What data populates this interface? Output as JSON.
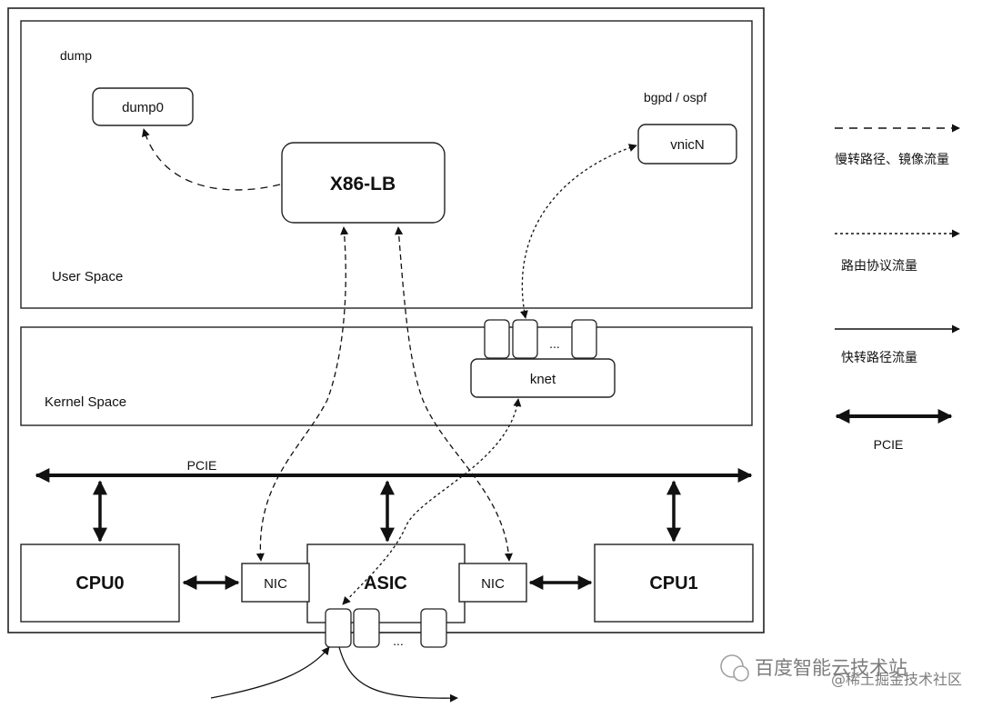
{
  "labels": {
    "dump": "dump",
    "dump0": "dump0",
    "x86lb": "X86-LB",
    "bgpd_ospf": "bgpd / ospf",
    "vnicN": "vnicN",
    "user_space": "User Space",
    "kernel_space": "Kernel Space",
    "knet": "knet",
    "knet_ellipsis": "...",
    "pcie_bus": "PCIE",
    "cpu0": "CPU0",
    "asic": "ASIC",
    "cpu1": "CPU1",
    "nic_left": "NIC",
    "nic_right": "NIC",
    "port_ellipsis": "..."
  },
  "legend": {
    "slow_path": "慢转路径、镜像流量",
    "routing": "路由协议流量",
    "fast_path": "快转路径流量",
    "pcie": "PCIE"
  },
  "watermark": {
    "brand": "百度智能云技术站",
    "source": "@稀土掘金技术社区"
  }
}
